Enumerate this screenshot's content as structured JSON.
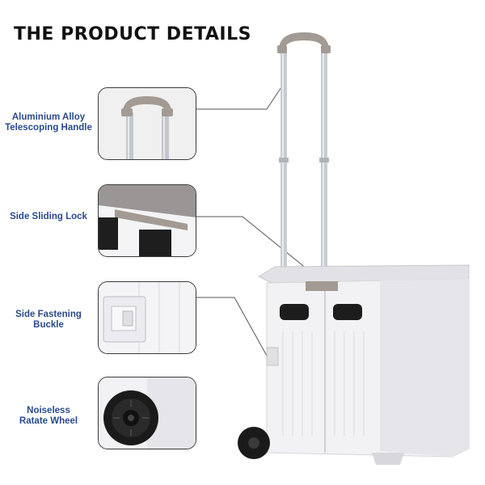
{
  "title": "THE PRODUCT DETAILS",
  "features": [
    {
      "line1": "Aluminium Alloy",
      "line2": "Telescoping Handle"
    },
    {
      "line1": "Side Sliding Lock",
      "line2": ""
    },
    {
      "line1": "Side Fastening",
      "line2": "Buckle"
    },
    {
      "line1": "Noiseless",
      "line2": "Ratate Wheel"
    }
  ],
  "colors": {
    "title": "#111111",
    "label": "#2a4a8c",
    "cart_body": "#f2f2f4",
    "handle_grip": "#a39b93",
    "wheel": "#1a1a1a"
  }
}
